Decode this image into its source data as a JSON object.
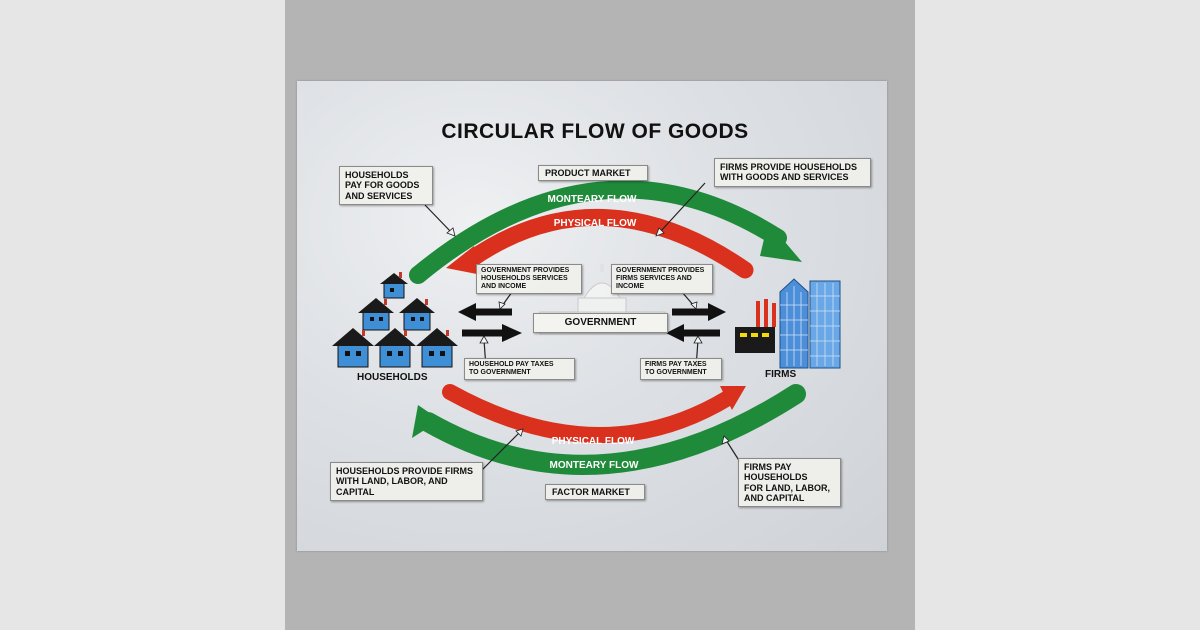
{
  "title": "CIRCULAR FLOW OF GOODS",
  "markets": {
    "product": "PRODUCT MARKET",
    "factor": "FACTOR MARKET"
  },
  "flows": {
    "top_monetary": "MONTEARY FLOW",
    "top_physical": "PHYSICAL FLOW",
    "bottom_physical": "PHYSICAL FLOW",
    "bottom_monetary": "MONTEARY FLOW"
  },
  "callouts": {
    "households_pay": "HOUSEHOLDS\nPAY FOR GOODS\nAND SERVICES",
    "firms_provide": "FIRMS PROVIDE HOUSEHOLDS\nWITH GOODS AND SERVICES",
    "gov_households": "GOVERNMENT PROVIDES\nHOUSEHOLDS SERVICES\nAND INCOME",
    "gov_firms": "GOVERNMENT PROVIDES\nFIRMS SERVICES AND\nINCOME",
    "household_taxes": "HOUSEHOLD PAY TAXES\nTO GOVERNMENT",
    "firms_taxes": "FIRMS PAY TAXES\nTO GOVERNMENT",
    "households_provide": "HOUSEHOLDS PROVIDE FIRMS\nWITH LAND, LABOR, AND\nCAPITAL",
    "firms_pay": "FIRMS PAY\nHOUSEHOLDS\nFOR LAND, LABOR,\nAND CAPITAL"
  },
  "nodes": {
    "government": "GOVERNMENT",
    "households": "HOUSEHOLDS",
    "firms": "FIRMS"
  },
  "colors": {
    "monetary": "#1f8a3a",
    "physical": "#d9311e",
    "arrow_black": "#111111",
    "house": "#3f8fd6",
    "roof": "#1a1a1a"
  }
}
